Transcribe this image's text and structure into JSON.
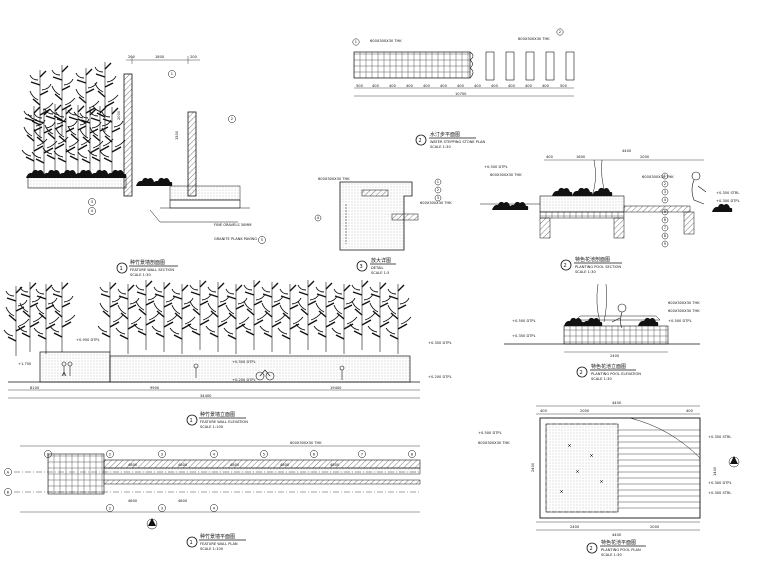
{
  "sheet": {
    "views": [
      {
        "id": "v1",
        "num": "1",
        "title_cn": "种竹景墙剖面图",
        "title_en": "FEATURE WALL SECTION",
        "scale": "SCALE 1:30",
        "dims": [
          "200",
          "1800",
          "200",
          "1500",
          "2000"
        ],
        "labels": [
          "FINE GRAVELS 30MM",
          "GRANITE PLANK PAVING"
        ],
        "callouts": [
          "1",
          "2",
          "3",
          "4",
          "5"
        ]
      },
      {
        "id": "v2",
        "num": "2",
        "title_cn": "水汀步平面图",
        "title_en": "WATER STEPPING STONE PLAN",
        "scale": "SCALE 1:30",
        "dims": [
          "500",
          "400",
          "400",
          "400",
          "400",
          "400",
          "400",
          "400",
          "400",
          "400",
          "400",
          "400",
          "500",
          "10700"
        ],
        "labels": [
          "600X300X30 THK",
          "600X300X30 THK"
        ],
        "callouts": [
          "1",
          "2"
        ]
      },
      {
        "id": "v3",
        "num": "3",
        "title_cn": "放大详图",
        "title_en": "DETAIL",
        "scale": "SCALE 1:5",
        "labels": [
          "600X300X30 THK",
          "600X300X30 THK"
        ],
        "callouts": [
          "1",
          "2",
          "3",
          "4"
        ]
      },
      {
        "id": "v4",
        "num": "2",
        "title_cn": "特色花池剖面图",
        "title_en": "PLANTING POOL SECTION",
        "scale": "SCALE 1:30",
        "dims": [
          "400",
          "1600",
          "2000",
          "4400"
        ],
        "labels": [
          "+0.500 DTPL",
          "600X300X30 THK",
          "600X300X30 THK",
          "+0.350 STRL",
          "+0.300 DTPL"
        ],
        "callouts": [
          "1",
          "2",
          "3",
          "4",
          "5",
          "6",
          "7",
          "8",
          "9"
        ]
      },
      {
        "id": "v5",
        "num": "1",
        "title_cn": "种竹景墙立面图",
        "title_en": "FEATURE WALL ELEVATION",
        "scale": "SCALE 1:100",
        "dims": [
          "8100",
          "9900",
          "19400",
          "34400"
        ],
        "labels": [
          "+0.950 DTPL",
          "+0.500 DTPL",
          "+0.200 DTPL",
          "+0.350 DTPL",
          "+1.750"
        ]
      },
      {
        "id": "v6",
        "num": "2",
        "title_cn": "特色花池立面图",
        "title_en": "PLANTING POOL ELEVATION",
        "scale": "SCALE 1:30",
        "dims": [
          "2400"
        ],
        "labels": [
          "+0.500 DTPL",
          "+0.350 DTPL",
          "600X300X30 THK",
          "600X300X30 THK",
          "+0.500 DTPL"
        ]
      },
      {
        "id": "v7",
        "num": "1",
        "title_cn": "种竹景墙平面图",
        "title_en": "FEATURE WALL PLAN",
        "scale": "SCALE 1:100",
        "dims": [
          "4800",
          "4800",
          "4800",
          "4800",
          "4800",
          "4800",
          "4800"
        ],
        "labels": [
          "600X300X30 THK"
        ],
        "axes": [
          "1",
          "2",
          "3",
          "4",
          "5",
          "6",
          "7",
          "8"
        ],
        "rows": [
          "A",
          "B"
        ]
      },
      {
        "id": "v8",
        "num": "2",
        "title_cn": "特色花池平面图",
        "title_en": "PLANTING POOL PLAN",
        "scale": "SCALE 1:30",
        "dims": [
          "4400",
          "400",
          "2000",
          "400",
          "2400",
          "2000",
          "4400",
          "2400",
          "1400"
        ],
        "labels": [
          "+0.500 DTPL",
          "600X300X30 THK",
          "+0.350 STRL",
          "+0.300 DTPL",
          "+0.300 STRL"
        ]
      }
    ]
  }
}
